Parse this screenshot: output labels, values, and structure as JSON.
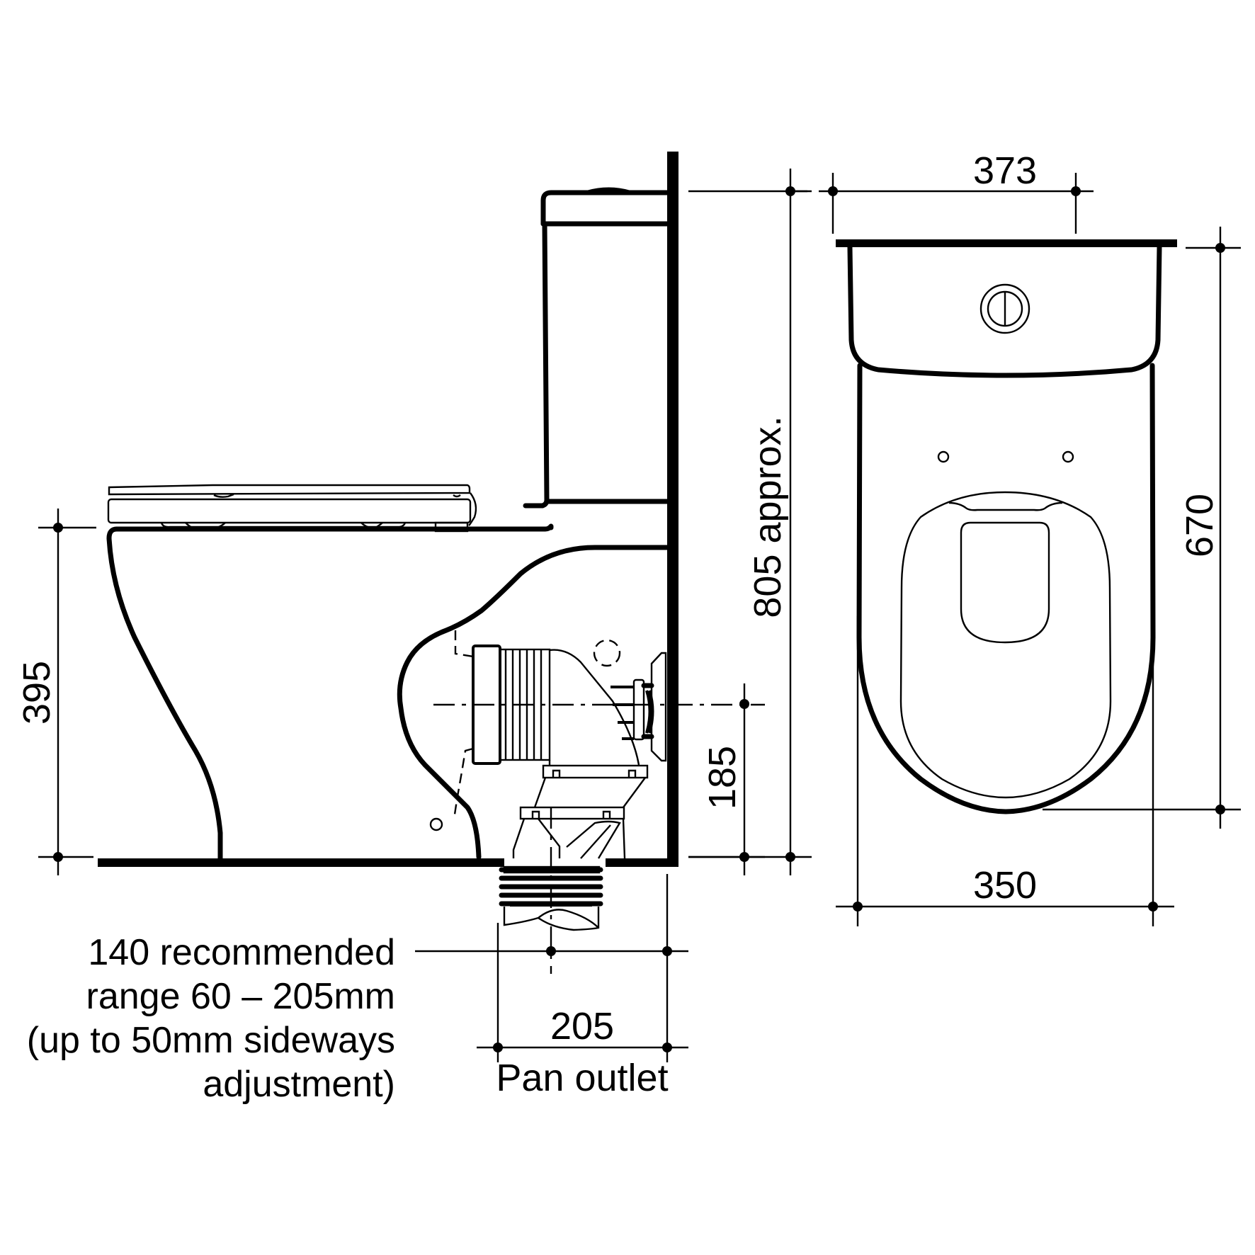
{
  "drawing": {
    "subject": "Close-coupled toilet suite dimension drawing",
    "colors": {
      "line": "#000000",
      "background": "#ffffff"
    }
  },
  "side_view": {
    "dimensions": {
      "seat_height": "395",
      "outlet_height": "185",
      "overall_height": "805 approx.",
      "pan_outlet_width": "205",
      "pan_outlet_label": "Pan outlet"
    },
    "note_lines": [
      "140 recommended",
      "range 60 – 205mm",
      "(up to 50mm sideways",
      "adjustment)"
    ]
  },
  "plan_view": {
    "dimensions": {
      "cistern_width": "373",
      "overall_depth": "670",
      "pan_width": "350"
    },
    "flush_button_icon": "dual-flush-button-icon"
  }
}
